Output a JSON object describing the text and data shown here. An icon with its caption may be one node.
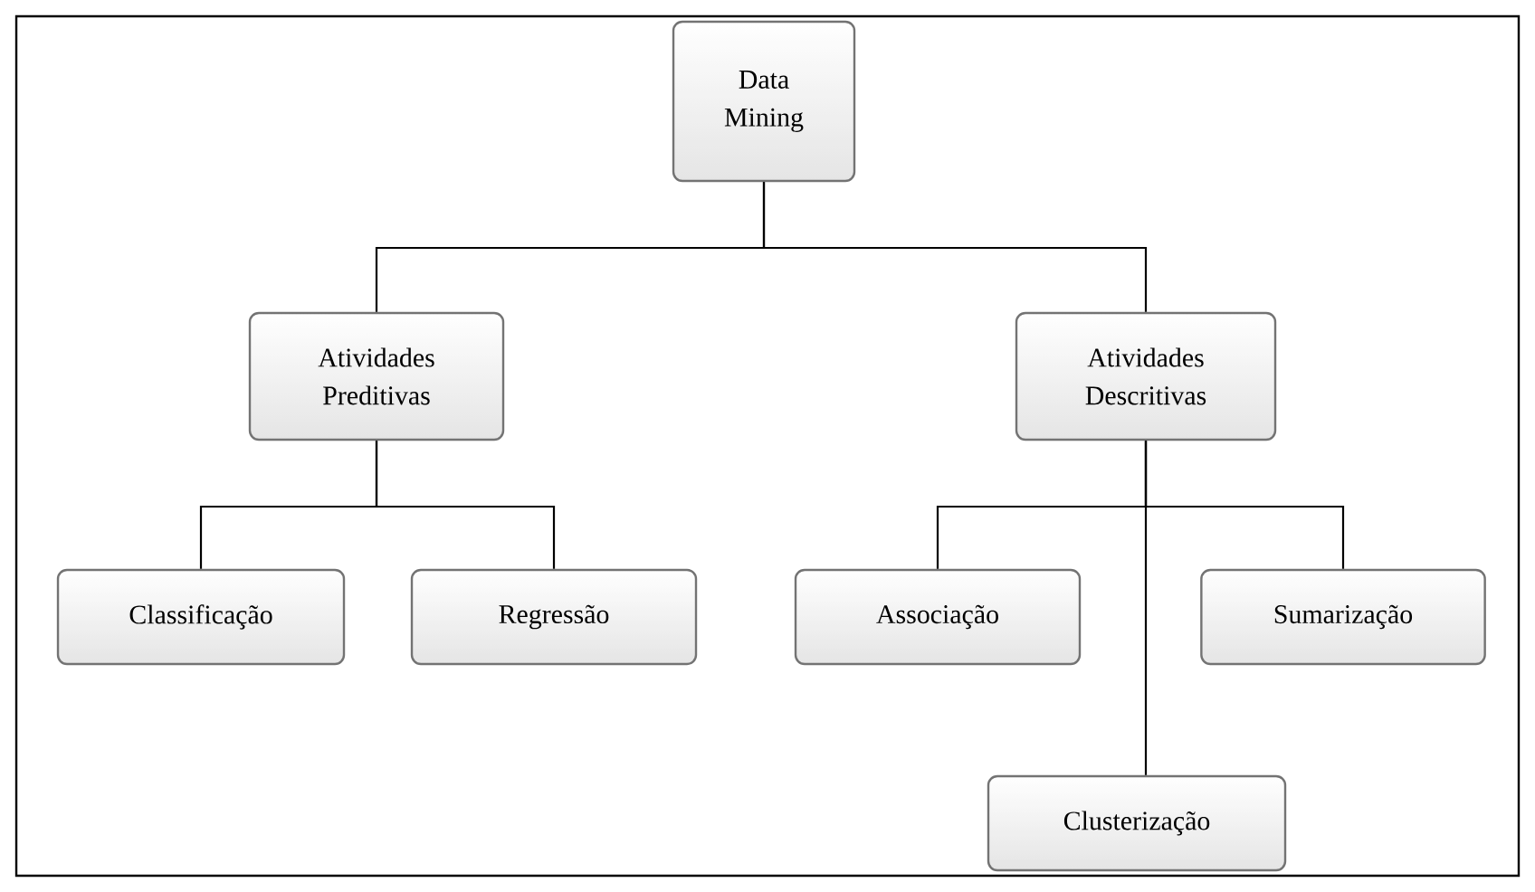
{
  "diagram": {
    "nodes": [
      {
        "text": [
          "Data Mining"
        ]
      },
      {
        "text": [
          "Atividades Preditivas"
        ]
      },
      {
        "text": [
          "Atividades Descritivas"
        ]
      },
      {
        "text": [
          "Classificação"
        ]
      },
      {
        "text": [
          "Regressão"
        ]
      },
      {
        "text": [
          "Associação"
        ]
      },
      {
        "text": [
          "Sumarização"
        ]
      },
      {
        "text": [
          "Clusterização"
        ]
      }
    ],
    "edges": [
      {
        "from": 0,
        "to": 1,
        "arrow": "none"
      },
      {
        "from": 0,
        "to": 2,
        "arrow": "none"
      },
      {
        "from": 1,
        "to": 3,
        "arrow": "none"
      },
      {
        "from": 1,
        "to": 4,
        "arrow": "none"
      },
      {
        "from": 2,
        "to": 5,
        "arrow": "none"
      },
      {
        "from": 2,
        "to": 6,
        "arrow": "none"
      },
      {
        "from": 2,
        "to": 7,
        "arrow": "none"
      }
    ]
  }
}
